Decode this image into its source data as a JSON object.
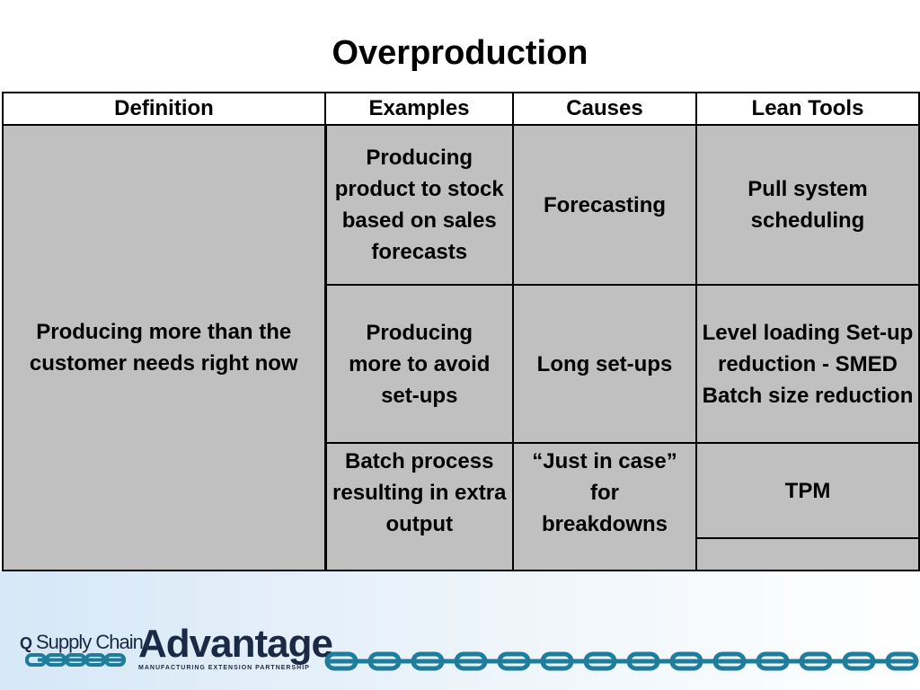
{
  "slide": {
    "title": "Overproduction"
  },
  "table": {
    "headers": [
      "Definition",
      "Examples",
      "Causes",
      "Lean Tools"
    ],
    "definition": "Producing more than the customer needs right now",
    "rows": [
      {
        "example": "Producing product to stock based on sales forecasts",
        "cause": "Forecasting",
        "tool": "Pull system scheduling"
      },
      {
        "example": "Producing more to avoid set-ups",
        "cause": "Long set-ups",
        "tool": "Level loading Set-up reduction - SMED Batch size reduction"
      },
      {
        "example": "Batch process resulting in extra output",
        "cause": "“Just in case” for breakdowns",
        "tool": "TPM"
      }
    ]
  },
  "footer": {
    "logo_q": "Q",
    "logo_supply_chain": "Supply Chain",
    "logo_advantage": "Advantage",
    "logo_tagline": "MANUFACTURING EXTENSION PARTNERSHIP",
    "colors": {
      "chain": "#1e7d9a",
      "logo_text": "#1b2a44",
      "gradient_start": "#d6e7f7"
    }
  }
}
